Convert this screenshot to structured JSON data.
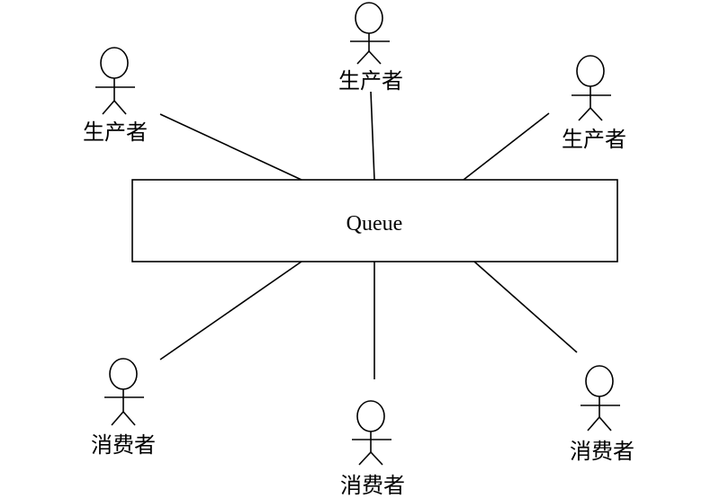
{
  "queue": {
    "label": "Queue"
  },
  "producers": [
    {
      "label": "生产者"
    },
    {
      "label": "生产者"
    },
    {
      "label": "生产者"
    }
  ],
  "consumers": [
    {
      "label": "消费者"
    },
    {
      "label": "消费者"
    },
    {
      "label": "消费者"
    }
  ]
}
